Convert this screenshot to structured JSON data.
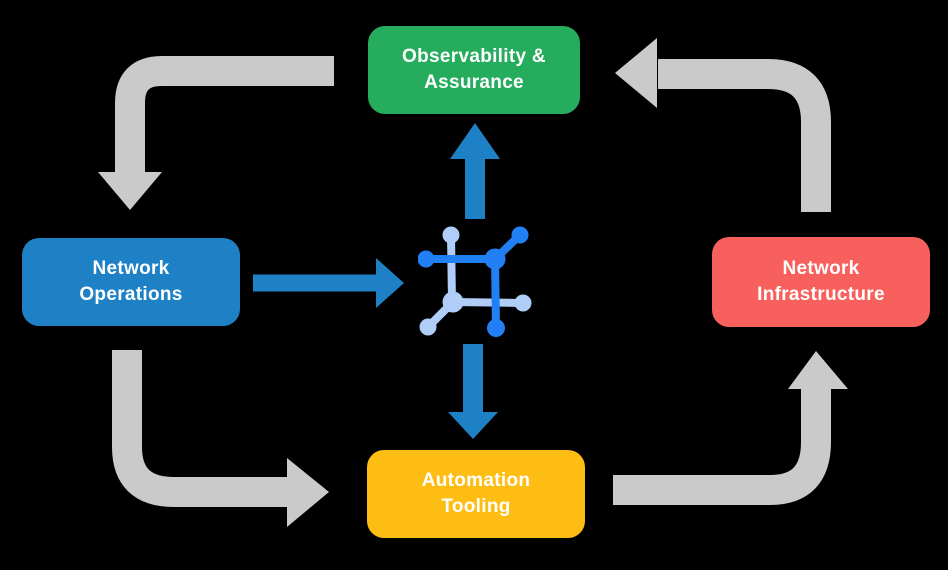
{
  "background": "#000000",
  "colors": {
    "arrow_gray": "#CACACA",
    "arrow_blue": "#1E81C5",
    "icon_bright_blue": "#2280F5",
    "icon_light_blue": "#AFCDF7",
    "node_green": "#25AC5C",
    "node_blue": "#1E81C5",
    "node_red": "#F7605C",
    "node_yellow": "#FDBD12",
    "text_white": "#FFFFFF"
  },
  "nodes": {
    "observability": {
      "line1": "Observability &",
      "line2": "Assurance",
      "color": "#25AC5C"
    },
    "operations": {
      "line1": "Network",
      "line2": "Operations",
      "color": "#1E81C5"
    },
    "infrastructure": {
      "line1": "Network",
      "line2": "Infrastructure",
      "color": "#F7605C"
    },
    "automation": {
      "line1": "Automation",
      "line2": "Tooling",
      "color": "#FDBD12"
    }
  },
  "center_icon": {
    "name": "network-mesh-icon"
  },
  "flows": {
    "gray_cycle": [
      {
        "from": "observability",
        "to": "operations"
      },
      {
        "from": "operations",
        "to": "automation"
      },
      {
        "from": "automation",
        "to": "infrastructure"
      },
      {
        "from": "infrastructure",
        "to": "observability"
      }
    ],
    "blue_hub": [
      {
        "from": "operations",
        "to": "center"
      },
      {
        "from": "center",
        "to": "observability"
      },
      {
        "from": "center",
        "to": "automation"
      }
    ]
  }
}
